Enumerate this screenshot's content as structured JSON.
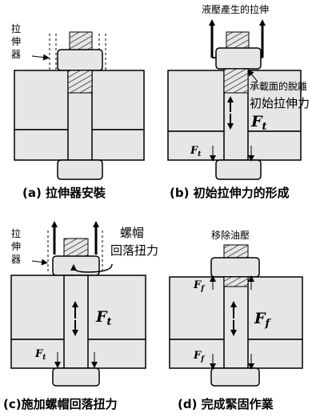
{
  "panels": {
    "a": {
      "caption": "(a) 拉伸器安裝",
      "tensioner_label_line1": "拉",
      "tensioner_label_line2": "伸",
      "tensioner_label_line3": "器"
    },
    "b": {
      "caption": "(b) 初始拉伸力的形成",
      "hydraulic_label": "液壓產生的拉伸",
      "separation_label": "承載面的脫離",
      "initial_force_label": "初始拉伸力",
      "force_symbol": "F",
      "force_subscript": "t"
    },
    "c": {
      "caption": "(c)施加螺帽回落扭力",
      "tensioner_label_line1": "拉",
      "tensioner_label_line2": "伸",
      "tensioner_label_line3": "器",
      "nut_torque_line1": "螺帽",
      "nut_torque_line2": "回落扭力",
      "force_symbol": "F",
      "force_subscript": "t"
    },
    "d": {
      "caption": "(d) 完成緊固作業",
      "remove_label": "移除油壓",
      "force_symbol": "F",
      "force_subscript": "f"
    }
  },
  "colors": {
    "fill": "#e6e6e6",
    "stroke": "#000000"
  }
}
